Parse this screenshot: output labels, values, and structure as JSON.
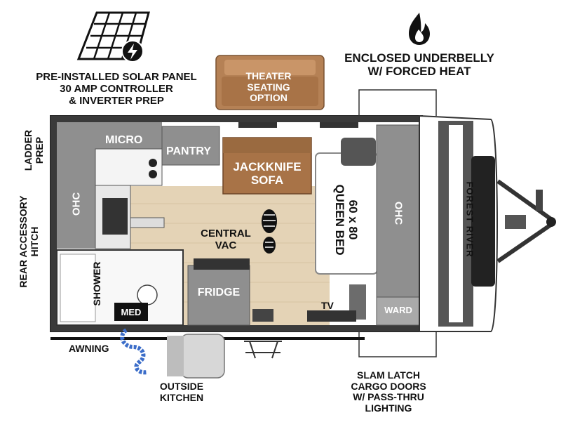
{
  "callouts": {
    "solar": [
      "PRE-INSTALLED SOLAR PANEL",
      "30 AMP CONTROLLER",
      "& INVERTER PREP"
    ],
    "heat": [
      "ENCLOSED UNDERBELLY",
      "W/ FORCED HEAT"
    ],
    "theater": [
      "THEATER",
      "SEATING",
      "OPTION"
    ],
    "ladder": [
      "LADDER",
      "PREP"
    ],
    "hitch": [
      "REAR ACCESSORY",
      "HITCH"
    ],
    "awning": "AWNING",
    "kitchen": [
      "OUTSIDE",
      "KITCHEN"
    ],
    "cargo": [
      "SLAM LATCH",
      "CARGO DOORS",
      "W/ PASS-THRU",
      "LIGHTING"
    ]
  },
  "rooms": {
    "micro": "MICRO",
    "pantry": "PANTRY",
    "ohc_rear": "OHC",
    "sofa": [
      "JACKKNIFE",
      "SOFA"
    ],
    "central_vac": [
      "CENTRAL",
      "VAC"
    ],
    "bed": [
      "60 x 80",
      "QUEEN BED"
    ],
    "ohc_front": "OHC",
    "shower": "SHOWER",
    "med": "MED",
    "fridge": "FRIDGE",
    "tv": "TV",
    "ward": "WARD"
  },
  "brand": "FOREST RIVER",
  "icons": [
    "solar-panel-icon",
    "flame-icon",
    "footprint-icon"
  ]
}
